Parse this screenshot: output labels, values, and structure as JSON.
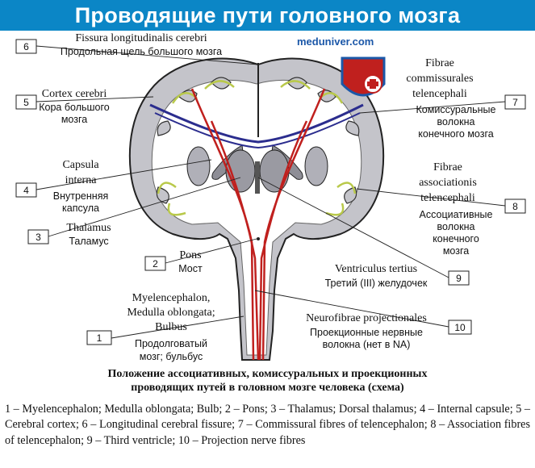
{
  "title": "Проводящие пути головного мозга",
  "watermark": "meduniver.com",
  "colors": {
    "header": "#0b86c6",
    "commissural": "#2b2d8e",
    "projection": "#c0201e",
    "association": "#b9c94a",
    "gray_matter": "#b7b7bd"
  },
  "labels": [
    {
      "num": "6",
      "latin": [
        "Fissura longitudinalis cerebri"
      ],
      "russian": [
        "Продольная щель большого мозга"
      ]
    },
    {
      "num": "5",
      "latin": [
        "Cortex cerebri"
      ],
      "russian": [
        "Кора большого",
        "мозга"
      ]
    },
    {
      "num": "4",
      "latin": [
        "Capsula",
        "interna"
      ],
      "russian": [
        "Внутренняя",
        "капсула"
      ]
    },
    {
      "num": "3",
      "latin": [
        "Thalamus"
      ],
      "russian": [
        "Таламус"
      ]
    },
    {
      "num": "2",
      "latin": [
        "Pons"
      ],
      "russian": [
        "Мост"
      ]
    },
    {
      "num": "1",
      "latin": [
        "Myelencephalon,",
        "Medulla oblongata;",
        "Bulbus"
      ],
      "russian": [
        "Продолговатый",
        "мозг; бульбус"
      ]
    },
    {
      "num": "7",
      "latin": [
        "Fibrae",
        "commissurales",
        "telencephali"
      ],
      "russian": [
        "Комиссуральные",
        "волокна",
        "конечного мозга"
      ]
    },
    {
      "num": "8",
      "latin": [
        "Fibrae",
        "associationis",
        "telencephali"
      ],
      "russian": [
        "Ассоциативные",
        "волокна",
        "конечного",
        "мозга"
      ]
    },
    {
      "num": "9",
      "latin": [
        "Ventriculus tertius"
      ],
      "russian": [
        "Третий (III) желудочек"
      ]
    },
    {
      "num": "10",
      "latin": [
        "Neurofibrae projectionales"
      ],
      "russian": [
        "Проекционные нервные",
        "волокна (нет в NA)"
      ]
    }
  ],
  "caption": [
    "Положение ассоциативных, комиссуральных и проекционных",
    "проводящих путей в головном мозге человека (схема)"
  ],
  "legend": "1 – Myelencephalon; Medulla oblongata; Bulb; 2 – Pons; 3 – Thalamus; Dorsal thalamus; 4 – Internal capsule; 5 – Cerebral cortex; 6 – Longitudinal cerebral fissure; 7 – Commissural fibres of telencephalon; 8 – Association fibres of telencephalon; 9 – Third ventricle; 10 – Projection nerve fibres"
}
